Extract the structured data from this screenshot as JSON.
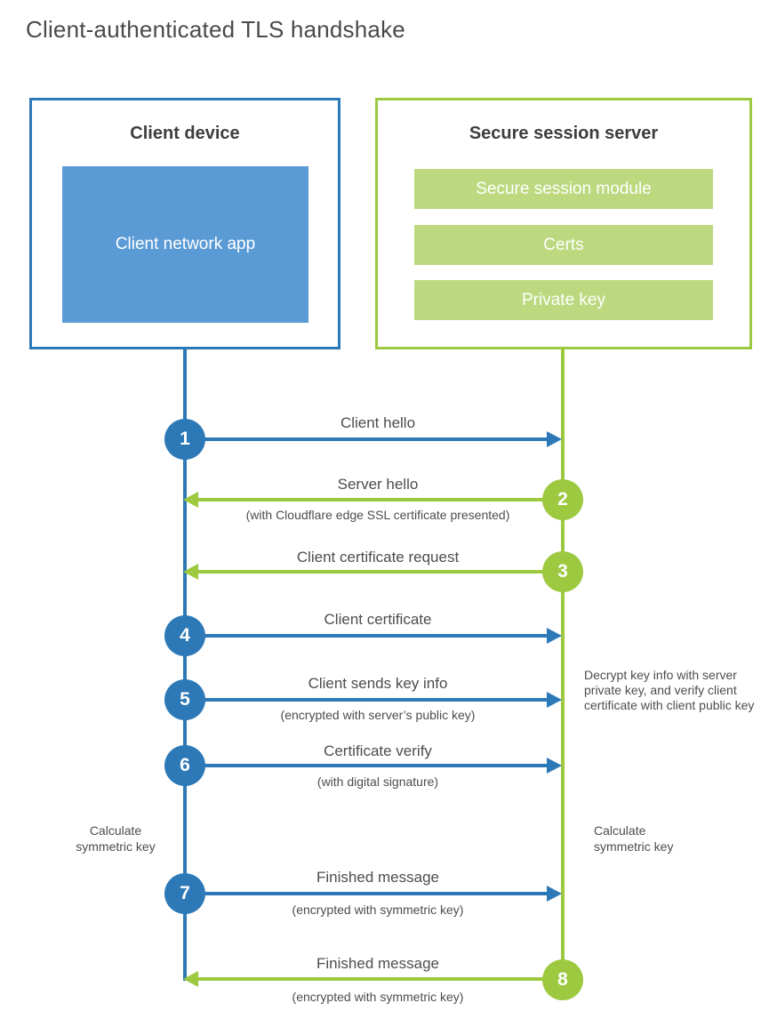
{
  "title": "Client-authenticated TLS handshake",
  "colors": {
    "client_accent": "#2d79b8",
    "client_fill": "#5b9bd5",
    "server_accent": "#9cc93f",
    "server_fill": "#bcd97f",
    "text": "#4d4d4d"
  },
  "client_box": {
    "title": "Client device",
    "app_label": "Client network app"
  },
  "server_box": {
    "title": "Secure session server",
    "modules": [
      "Secure session module",
      "Certs",
      "Private key"
    ]
  },
  "messages": [
    {
      "num": "1",
      "from": "client",
      "to": "server",
      "label": "Client hello",
      "sublabel": ""
    },
    {
      "num": "2",
      "from": "server",
      "to": "client",
      "label": "Server hello",
      "sublabel": "(with Cloudflare edge SSL certificate presented)"
    },
    {
      "num": "3",
      "from": "server",
      "to": "client",
      "label": "Client certificate request",
      "sublabel": ""
    },
    {
      "num": "4",
      "from": "client",
      "to": "server",
      "label": "Client certificate",
      "sublabel": ""
    },
    {
      "num": "5",
      "from": "client",
      "to": "server",
      "label": "Client sends key info",
      "sublabel": "(encrypted with server’s public key)"
    },
    {
      "num": "6",
      "from": "client",
      "to": "server",
      "label": "Certificate verify",
      "sublabel": "(with digital signature)"
    },
    {
      "num": "7",
      "from": "client",
      "to": "server",
      "label": "Finished message",
      "sublabel": "(encrypted with symmetric key)"
    },
    {
      "num": "8",
      "from": "server",
      "to": "client",
      "label": "Finished message",
      "sublabel": "(encrypted with symmetric key)"
    }
  ],
  "annotations": {
    "server_note": "Decrypt key info with server private key, and verify client certificate with client public key",
    "client_calc": "Calculate symmetric key",
    "server_calc": "Calculate symmetric key"
  }
}
